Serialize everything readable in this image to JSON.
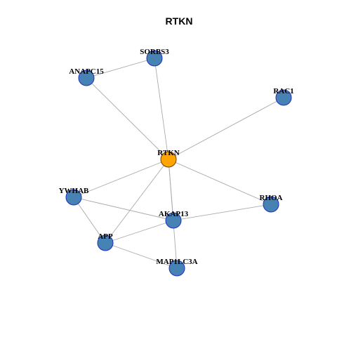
{
  "title": "RTKN",
  "colors": {
    "hub_fill": "#FFA500",
    "hub_stroke": "#7a3b00",
    "node_fill": "#4682B4",
    "node_stroke": "#1f2fbf",
    "edge": "#aaaaaa"
  },
  "nodes": [
    {
      "id": "RTKN",
      "label": "RTKN",
      "hub": true
    },
    {
      "id": "SORBS3",
      "label": "SORBS3"
    },
    {
      "id": "ANAPC15",
      "label": "ANAPC15"
    },
    {
      "id": "RAC1",
      "label": "RAC1"
    },
    {
      "id": "YWHAB",
      "label": "YWHAB"
    },
    {
      "id": "RHOA",
      "label": "RHOA"
    },
    {
      "id": "AKAP13",
      "label": "AKAP13"
    },
    {
      "id": "APP",
      "label": "APP"
    },
    {
      "id": "MAP1LC3A",
      "label": "MAP1LC3A"
    }
  ],
  "edges": [
    [
      "SORBS3",
      "ANAPC15"
    ],
    [
      "SORBS3",
      "RTKN"
    ],
    [
      "ANAPC15",
      "RTKN"
    ],
    [
      "RAC1",
      "RTKN"
    ],
    [
      "RTKN",
      "YWHAB"
    ],
    [
      "RTKN",
      "RHOA"
    ],
    [
      "RTKN",
      "AKAP13"
    ],
    [
      "RTKN",
      "APP"
    ],
    [
      "RTKN",
      "MAP1LC3A"
    ],
    [
      "YWHAB",
      "AKAP13"
    ],
    [
      "YWHAB",
      "APP"
    ],
    [
      "RHOA",
      "AKAP13"
    ],
    [
      "AKAP13",
      "APP"
    ],
    [
      "APP",
      "MAP1LC3A"
    ]
  ]
}
